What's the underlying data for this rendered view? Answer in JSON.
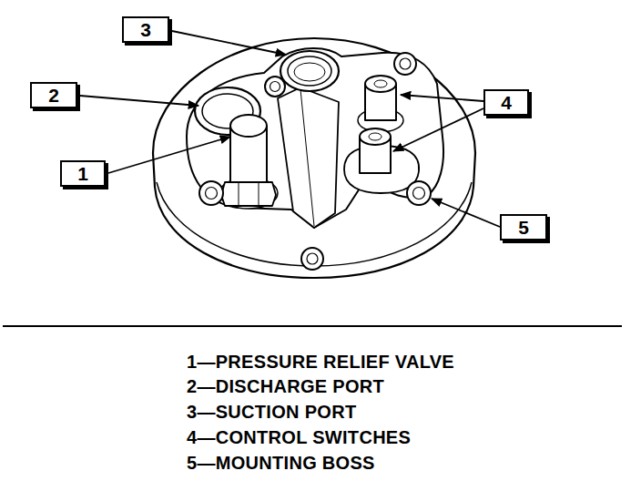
{
  "diagram": {
    "nodes": [
      {
        "text": [
          "3"
        ]
      },
      {
        "text": [
          "2"
        ]
      },
      {
        "text": [
          "4"
        ]
      },
      {
        "text": [
          "1"
        ]
      },
      {
        "text": [
          "5"
        ]
      }
    ],
    "labels": [
      "1—PRESSURE RELIEF VALVE",
      "2—DISCHARGE PORT",
      "3—SUCTION PORT",
      "4—CONTROL SWITCHES",
      "5—MOUNTING BOSS"
    ]
  }
}
